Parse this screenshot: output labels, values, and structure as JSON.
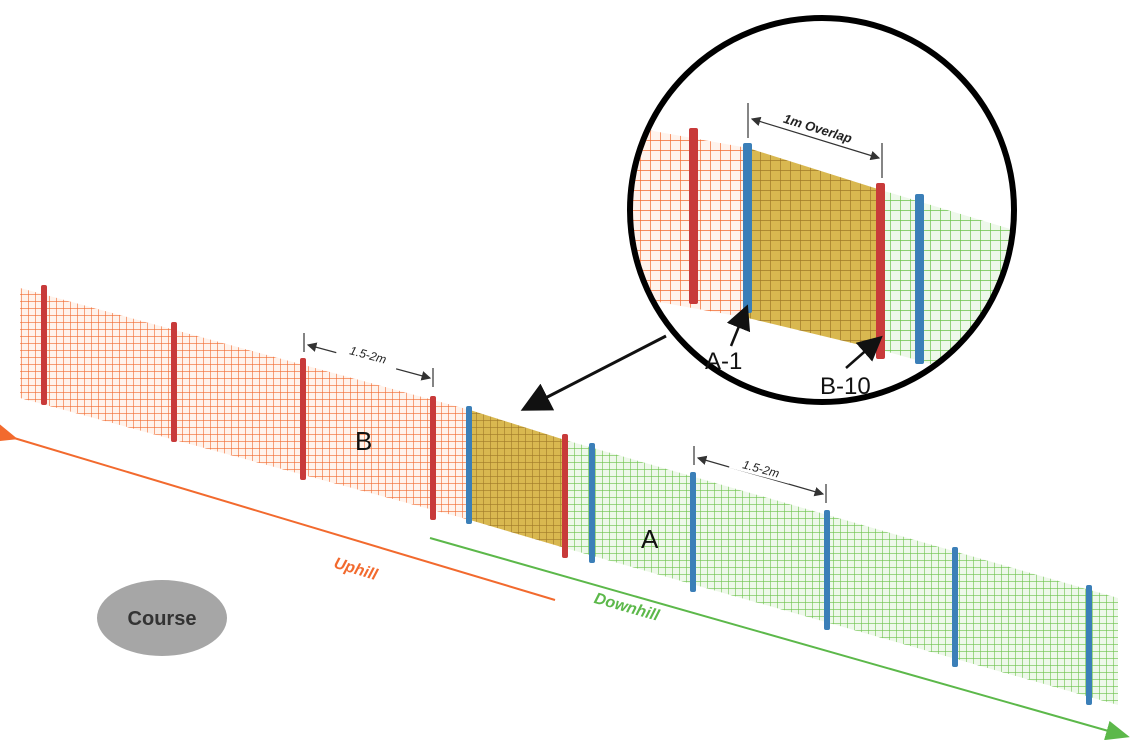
{
  "labels": {
    "section_b": "B",
    "section_a": "A",
    "spacing_b": "1.5-2m",
    "spacing_a": "1.5-2m",
    "overlap": "1m Overlap",
    "post_a1": "A-1",
    "post_b10": "B-10",
    "uphill": "Uphill",
    "downhill": "Downhill",
    "course": "Course"
  },
  "colors": {
    "orange_mesh": "#f26a2e",
    "green_mesh": "#6cc24a",
    "overlap_mesh": "#b08a2a",
    "red_post": "#c83a3a",
    "blue_post": "#3b7fb8",
    "uphill_arrow": "#f26a2e",
    "downhill_arrow": "#5cb84a",
    "course_ellipse": "#a6a6a6"
  }
}
